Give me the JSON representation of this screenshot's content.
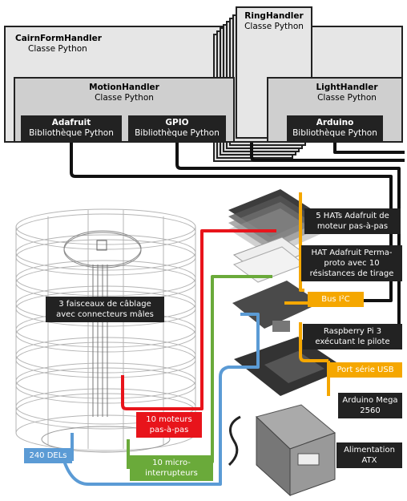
{
  "software": {
    "cairn": {
      "name": "CairnFormHandler",
      "type": "Classe Python"
    },
    "ring": {
      "name": "RingHandler",
      "type": "Classe Python"
    },
    "motion": {
      "name": "MotionHandler",
      "type": "Classe Python"
    },
    "light": {
      "name": "LightHandler",
      "type": "Classe Python"
    },
    "adafruit": {
      "name": "Adafruit",
      "type": "Bibliothèque Python"
    },
    "gpio": {
      "name": "GPIO",
      "type": "Bibliothèque Python"
    },
    "arduino": {
      "name": "Arduino",
      "type": "Bibliothèque Python"
    }
  },
  "labels": {
    "hats": "5 HATs Adafruit de moteur pas-à-pas",
    "permaproto": "HAT Adafruit Perma-proto avec 10 résistances de tirage",
    "i2c": "Bus I²C",
    "rpi": "Raspberry Pi 3 exécutant le pilote",
    "usb": "Port série USB",
    "mega": "Arduino Mega 2560",
    "psu": "Alimentation ATX",
    "cabling": "3 faisceaux de câblage avec connecteurs mâles",
    "motors": "10 moteurs pas-à-pas",
    "leds": "240 DELs",
    "switches": "10 micro-interrupteurs"
  },
  "colors": {
    "red": "#e8141b",
    "green": "#6aaa3a",
    "blue": "#5b9bd5",
    "orange": "#f5a700",
    "dark": "#222222",
    "box_light": "#e6e6e6",
    "box_mid": "#cfcfcf"
  }
}
